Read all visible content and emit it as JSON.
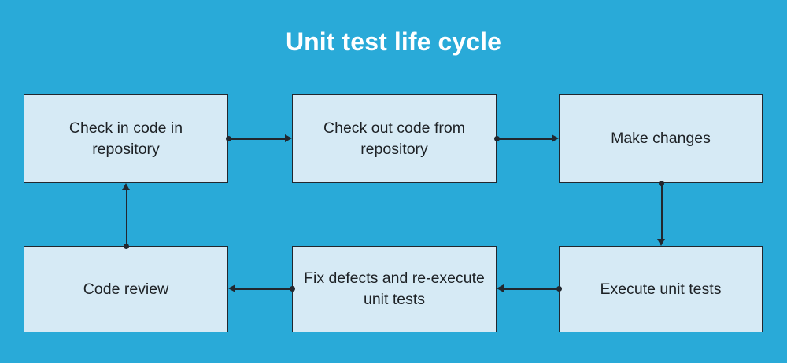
{
  "diagram": {
    "title": "Unit test life cycle",
    "background_color": "#29aad8",
    "node_fill_color": "#d6eaf5",
    "node_border_color": "#22272e",
    "title_color": "#ffffff",
    "connector_color": "#22272e",
    "nodes": [
      {
        "id": "checkin",
        "label": "Check in code in repository"
      },
      {
        "id": "checkout",
        "label": "Check out code from repository"
      },
      {
        "id": "makechg",
        "label": "Make changes"
      },
      {
        "id": "codereview",
        "label": "Code review"
      },
      {
        "id": "fixdefects",
        "label": "Fix defects and re-execute unit tests"
      },
      {
        "id": "execute",
        "label": "Execute unit tests"
      }
    ],
    "edges": [
      {
        "from": "checkin",
        "to": "checkout",
        "direction": "right"
      },
      {
        "from": "checkout",
        "to": "makechg",
        "direction": "right"
      },
      {
        "from": "makechg",
        "to": "execute",
        "direction": "down"
      },
      {
        "from": "execute",
        "to": "fixdefects",
        "direction": "left"
      },
      {
        "from": "fixdefects",
        "to": "codereview",
        "direction": "left"
      },
      {
        "from": "codereview",
        "to": "checkin",
        "direction": "up"
      }
    ]
  }
}
